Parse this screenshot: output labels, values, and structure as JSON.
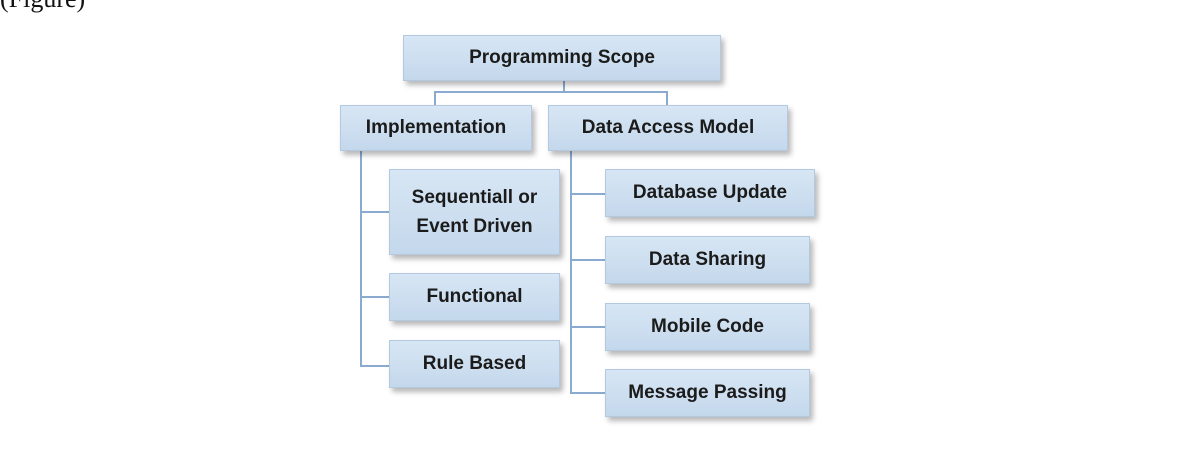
{
  "page": {
    "top_fragment": "(Figure)"
  },
  "diagram": {
    "root": "Programming Scope",
    "branches": [
      {
        "label": "Implementation",
        "children": [
          "Sequentiall or\nEvent Driven",
          "Functional",
          "Rule Based"
        ]
      },
      {
        "label": "Data Access Model",
        "children": [
          "Database Update",
          "Data Sharing",
          "Mobile Code",
          "Message Passing"
        ]
      }
    ]
  },
  "colors": {
    "box_fill": "#cfe0f1",
    "connector": "#8aaad0",
    "text": "#1b1b1b"
  }
}
